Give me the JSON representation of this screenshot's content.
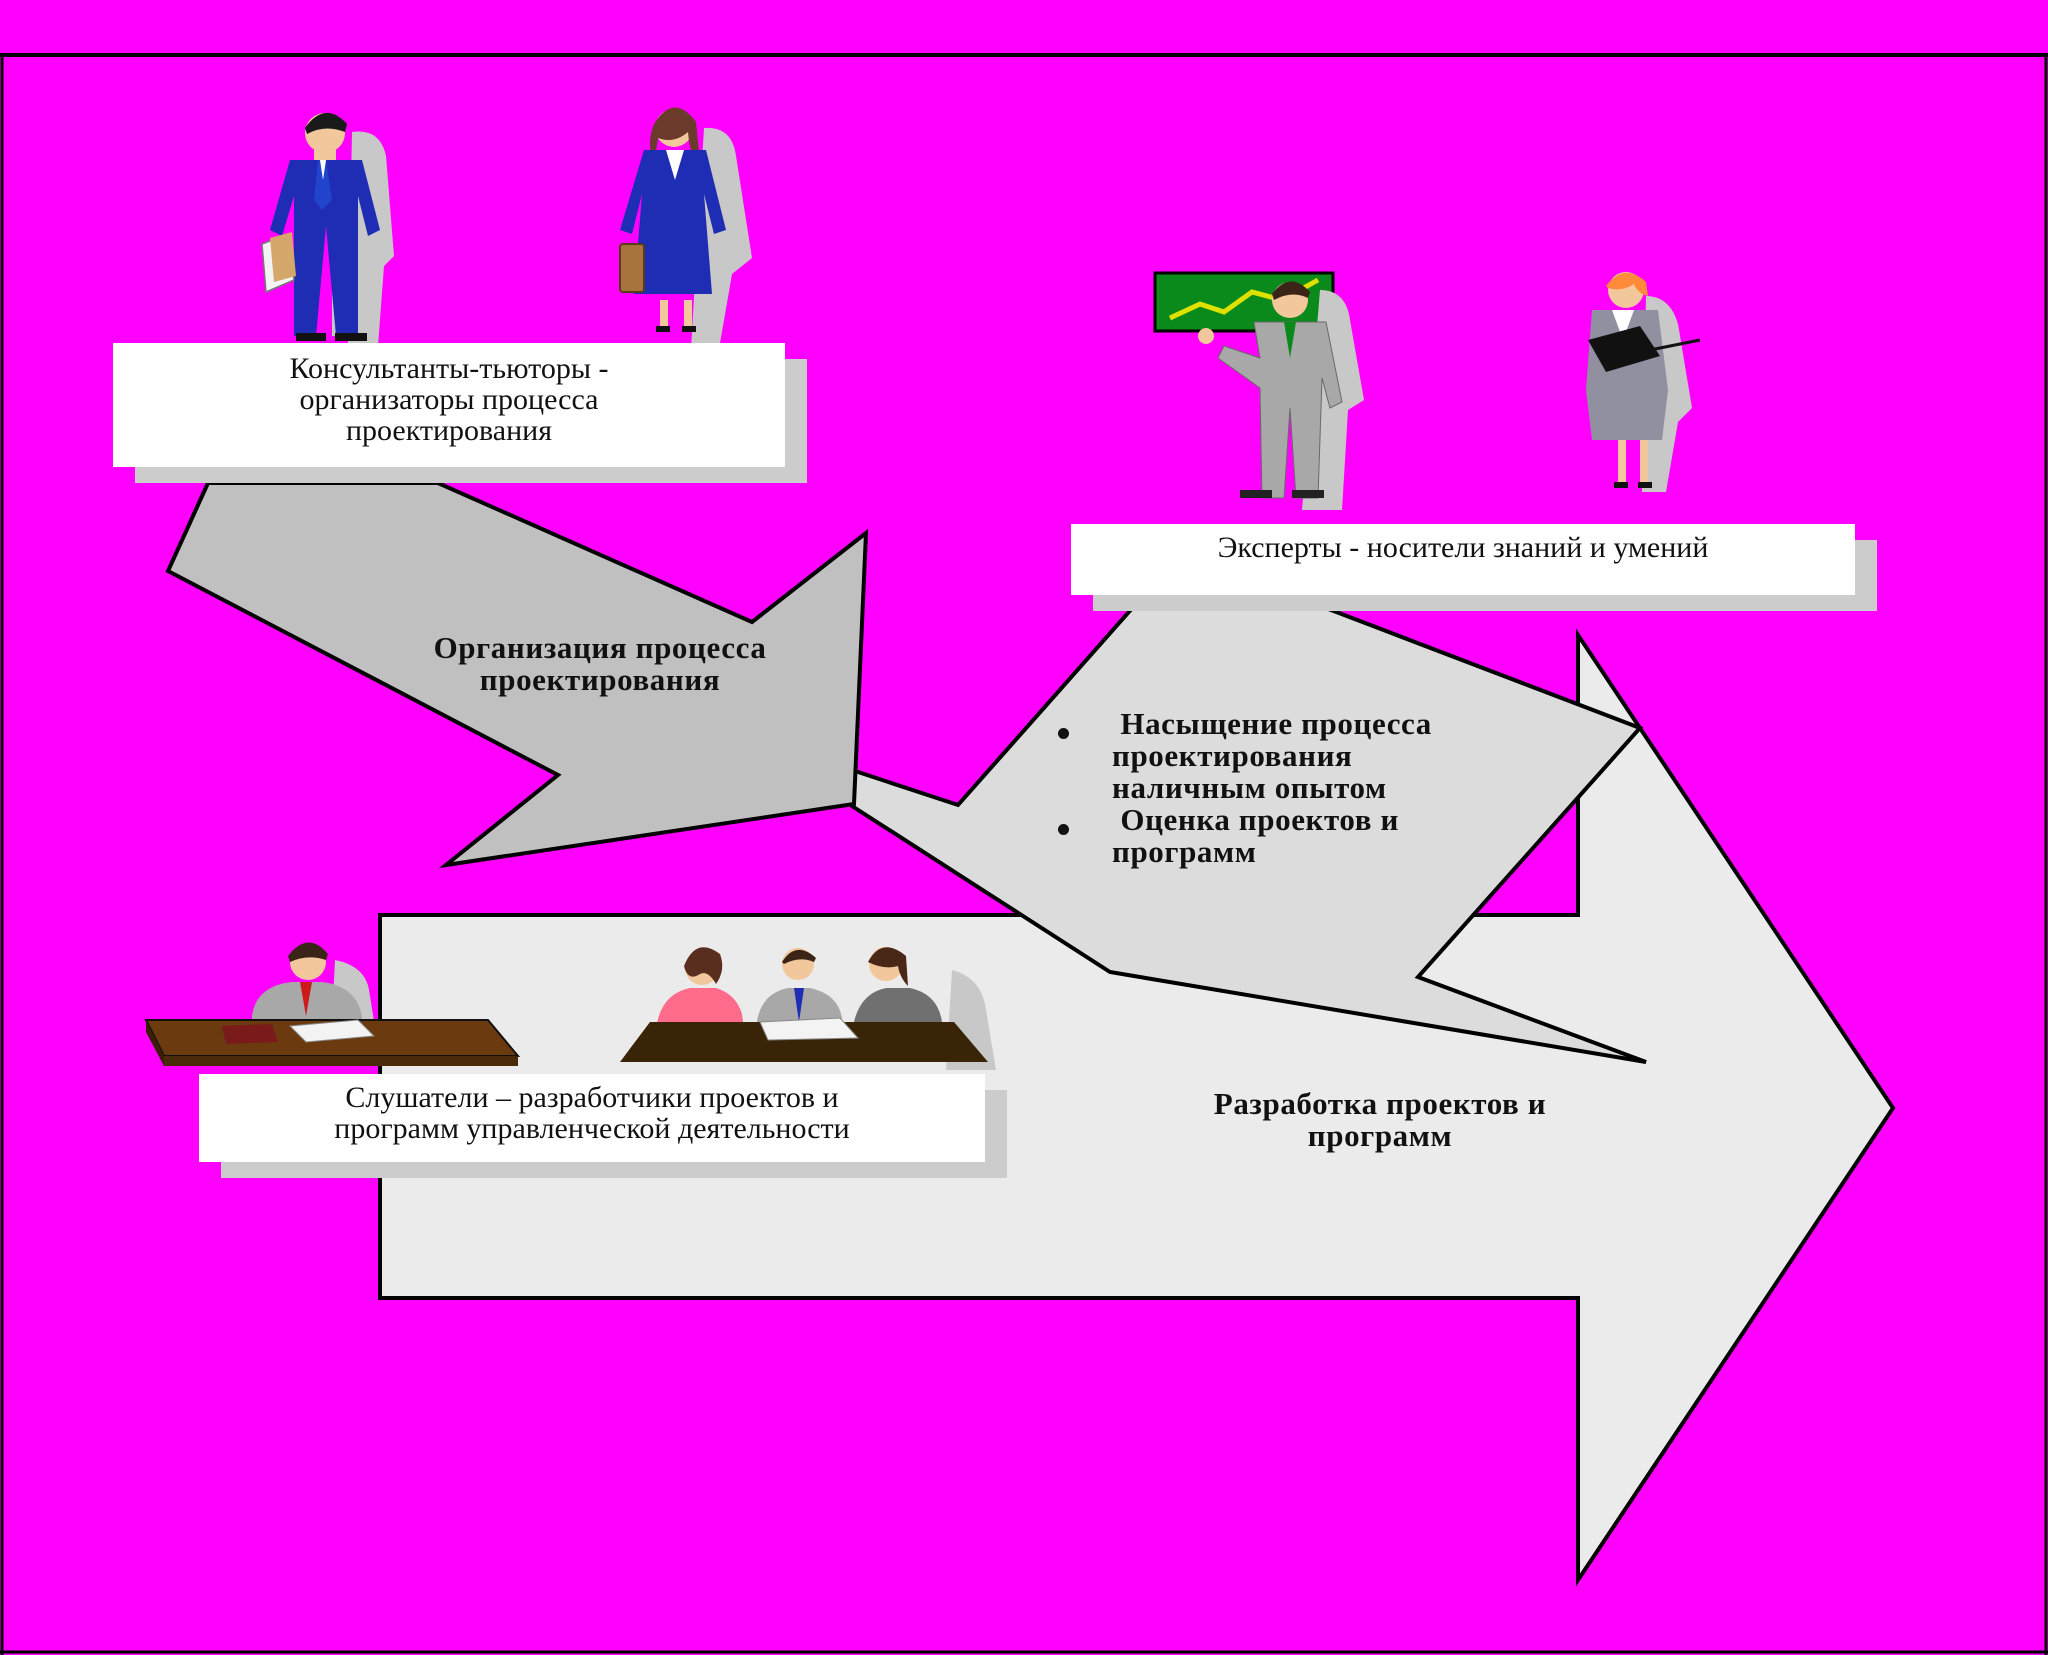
{
  "colors": {
    "background": "#ff00ff",
    "arrow_dark": "#c0c0c0",
    "arrow_mid": "#dcdcdc",
    "arrow_light": "#ebebeb",
    "label_bg": "#ffffff",
    "label_shadow": "#cccccc"
  },
  "labels": {
    "tutors": [
      "Консультанты-тьюторы -",
      "организаторы процесса",
      "проектирования"
    ],
    "experts": [
      "Эксперты - носители знаний и умений"
    ],
    "students": [
      "Слушатели – разработчики проектов и",
      "программ управленческой деятельности"
    ]
  },
  "arrows": {
    "organization": [
      "Организация процесса",
      "проектирования"
    ],
    "development": [
      "Разработка проектов и",
      "программ"
    ],
    "expertise_bullets": [
      {
        "lines": [
          " Насыщение процесса",
          "проектирования",
          "наличным опытом"
        ]
      },
      {
        "lines": [
          " Оценка проектов и",
          "программ"
        ]
      }
    ]
  },
  "icons": [
    "businessman-icon",
    "businesswoman-icon",
    "presenter-icon",
    "woman-with-folder-icon",
    "man-at-desk-icon",
    "meeting-group-icon"
  ]
}
